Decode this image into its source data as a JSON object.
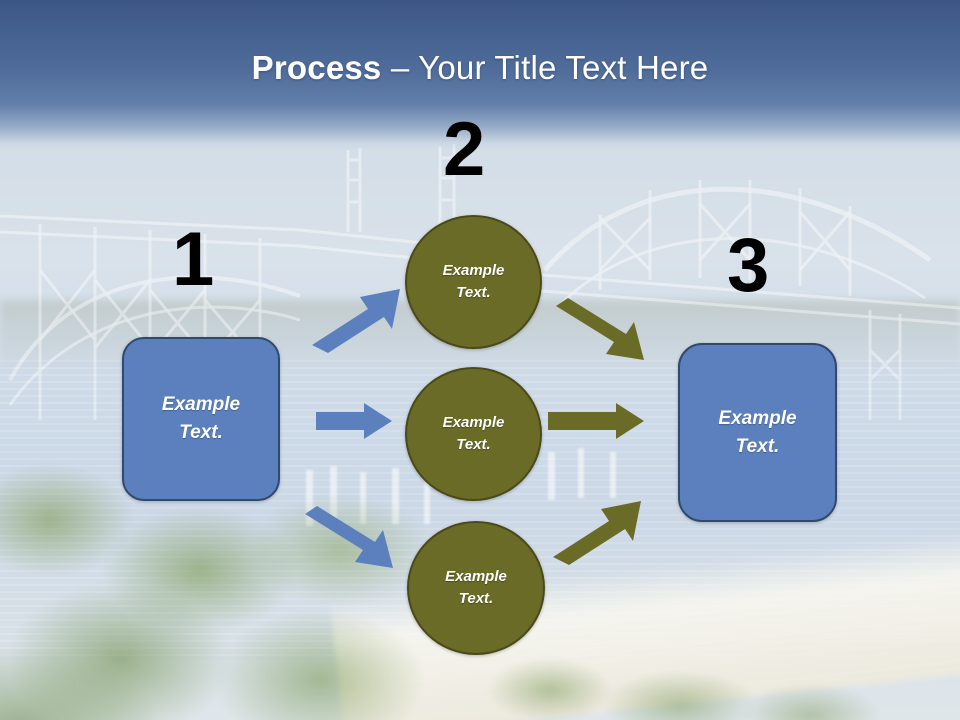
{
  "slide": {
    "title": {
      "bold_part": "Process",
      "light_part": " – Your Title Text Here",
      "full": "Process – Your Title Text Here"
    },
    "background": {
      "description": "faded photograph of a steel truss bridge over a bay with beach and foliage",
      "title_band_color": "#44608f",
      "sky_color": "#c9d6e3",
      "water_color": "#cdd9e7"
    }
  },
  "colors": {
    "blue_fill": "#5b80bd",
    "blue_border": "#2f4a6d",
    "olive_fill": "#6b6b28",
    "olive_border": "#4a4a18",
    "blue_arrow": "#5b80bd",
    "olive_arrow": "#6b6b28",
    "number_color": "#000000",
    "shape_text_color": "#ffffff",
    "title_text_color": "#ffffff"
  },
  "steps": [
    {
      "number": "1",
      "kind": "blue-box",
      "label": "Example\nText.",
      "line1": "Example",
      "line2": "Text."
    },
    {
      "number": "2",
      "kind": "olive-circles",
      "count": 3
    },
    {
      "number": "3",
      "kind": "blue-box",
      "label": "Example\nText.",
      "line1": "Example",
      "line2": "Text."
    }
  ],
  "start_box": {
    "line1": "Example",
    "line2": "Text."
  },
  "end_box": {
    "line1": "Example",
    "line2": "Text."
  },
  "circles": [
    {
      "id": "top",
      "line1": "Example",
      "line2": "Text."
    },
    {
      "id": "middle",
      "line1": "Example",
      "line2": "Text."
    },
    {
      "id": "bottom",
      "line1": "Example",
      "line2": "Text."
    }
  ],
  "numbers": {
    "one": "1",
    "two": "2",
    "three": "3"
  },
  "arrows": [
    {
      "id": "blue-up",
      "color": "#5b80bd",
      "from": "start-box",
      "to": "circle-top",
      "direction": "up-right"
    },
    {
      "id": "blue-right",
      "color": "#5b80bd",
      "from": "start-box",
      "to": "circle-middle",
      "direction": "right"
    },
    {
      "id": "blue-down",
      "color": "#5b80bd",
      "from": "start-box",
      "to": "circle-bottom",
      "direction": "down-right"
    },
    {
      "id": "olive-down",
      "color": "#6b6b28",
      "from": "circle-top",
      "to": "end-box",
      "direction": "down-right"
    },
    {
      "id": "olive-right",
      "color": "#6b6b28",
      "from": "circle-middle",
      "to": "end-box",
      "direction": "right"
    },
    {
      "id": "olive-up",
      "color": "#6b6b28",
      "from": "circle-bottom",
      "to": "end-box",
      "direction": "up-right"
    }
  ]
}
